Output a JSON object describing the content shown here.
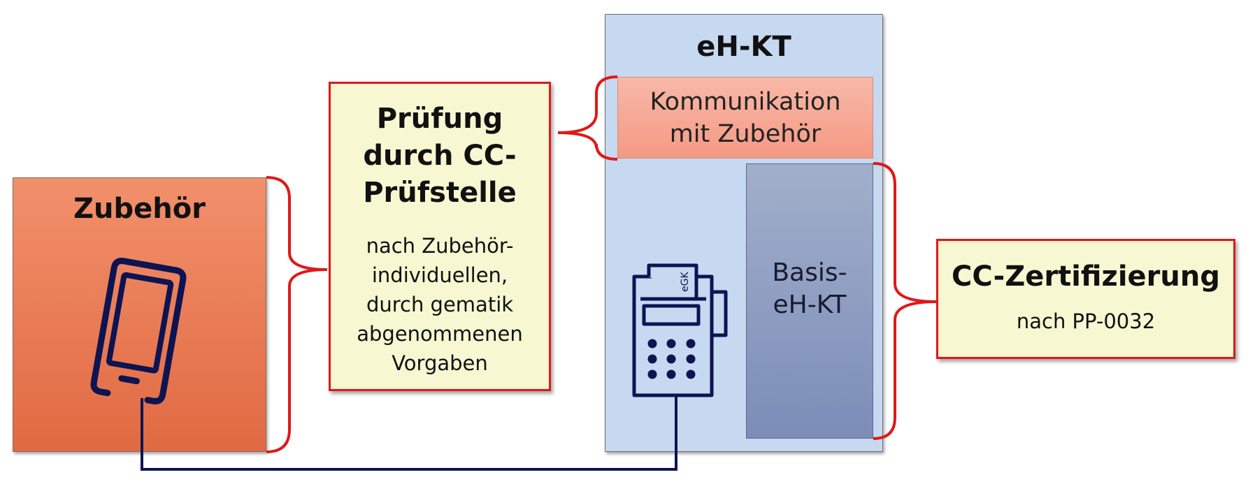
{
  "zubehoer": {
    "title": "Zubehör"
  },
  "pruefung": {
    "title": "Prüfung\ndurch CC-\nPrüfstelle",
    "subtitle": "nach Zubehör-\nindividuellen,\ndurch gematik\nabgenommenen\nVorgaben"
  },
  "ehkt": {
    "title": "eH-KT",
    "kommunikation": "Kommunikation\nmit Zubehör",
    "basis": "Basis-\neH-KT",
    "card_label": "eGK"
  },
  "cc": {
    "title": "CC-Zertifizierung",
    "subtitle": "nach PP-0032"
  },
  "colors": {
    "bracket": "#e01818",
    "icon": "#0d1452",
    "connector": "#0d1452"
  },
  "icons": {
    "accessory": "smartphone-icon",
    "terminal": "card-terminal-icon"
  }
}
